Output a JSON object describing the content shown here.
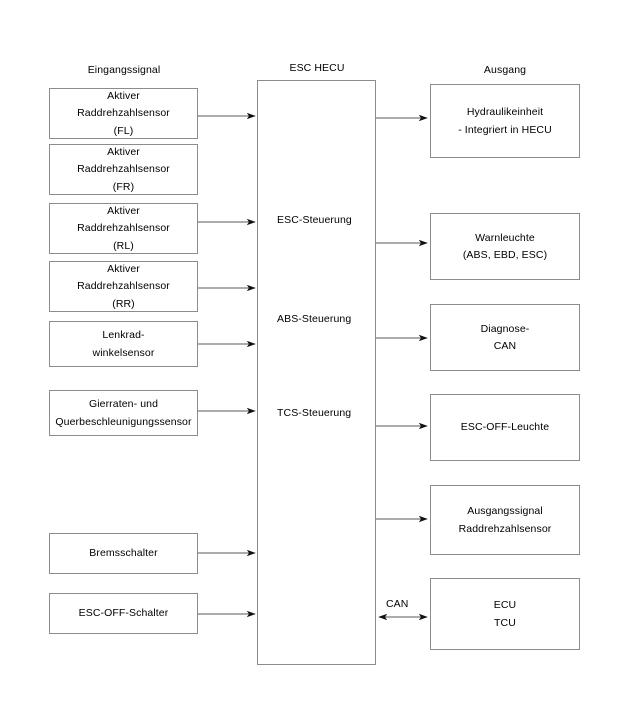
{
  "diagram": {
    "type": "block-diagram",
    "title_left": "Eingangssignal",
    "title_center": "ESC HECU",
    "title_right": "Ausgang",
    "colors": {
      "box_border": "#8c8c8c",
      "arrow": "#4d4d4d",
      "text": "#000000",
      "background": "#ffffff"
    }
  },
  "inputs": [
    {
      "id": "wheel-speed-fl",
      "line1": "Aktiver",
      "line2": "Raddrehzahlsensor",
      "line3": "(FL)"
    },
    {
      "id": "wheel-speed-fr",
      "line1": "Aktiver",
      "line2": "Raddrehzahlsensor",
      "line3": "(FR)"
    },
    {
      "id": "wheel-speed-rl",
      "line1": "Aktiver",
      "line2": "Raddrehzahlsensor",
      "line3": "(RL)"
    },
    {
      "id": "wheel-speed-rr",
      "line1": "Aktiver",
      "line2": "Raddrehzahlsensor",
      "line3": "(RR)"
    },
    {
      "id": "steering-angle",
      "line1": "Lenkrad-",
      "line2": "winkelsensor",
      "line3": ""
    },
    {
      "id": "yaw-lateral",
      "line1": "Gierraten- und",
      "line2": "Querbeschleunigungssensor",
      "line3": ""
    },
    {
      "id": "brake-switch",
      "line1": "Bremsschalter",
      "line2": "",
      "line3": ""
    },
    {
      "id": "esc-off-switch",
      "line1": "ESC-OFF-Schalter",
      "line2": "",
      "line3": ""
    }
  ],
  "controller": {
    "name": "ESC HECU",
    "functions": [
      {
        "id": "esc-control",
        "label": "ESC-Steuerung"
      },
      {
        "id": "abs-control",
        "label": "ABS-Steuerung"
      },
      {
        "id": "tcs-control",
        "label": "TCS-Steuerung"
      }
    ]
  },
  "outputs": [
    {
      "id": "hydraulic-unit",
      "line1": "Hydraulikeinheit",
      "line2": "- Integriert in HECU"
    },
    {
      "id": "warning-lamp",
      "line1": "Warnleuchte",
      "line2": "(ABS, EBD, ESC)"
    },
    {
      "id": "diagnose-can",
      "line1": "Diagnose-",
      "line2": "CAN"
    },
    {
      "id": "esc-off-lamp",
      "line1": "ESC-OFF-Leuchte",
      "line2": ""
    },
    {
      "id": "wheel-speed-output",
      "line1": "Ausgangssignal",
      "line2": "Raddrehzahlsensor"
    },
    {
      "id": "ecu-tcu",
      "line1": "ECU",
      "line2": "TCU"
    }
  ],
  "edges": {
    "can_bus_label": "CAN"
  }
}
